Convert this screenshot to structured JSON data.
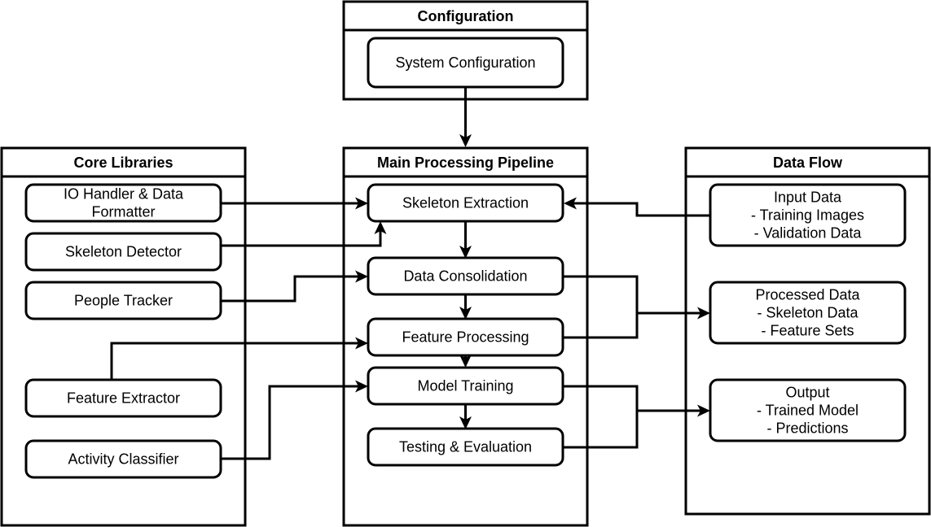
{
  "diagram": {
    "containers": {
      "configuration": {
        "title": "Configuration"
      },
      "core_libraries": {
        "title": "Core Libraries"
      },
      "pipeline": {
        "title": "Main Processing Pipeline"
      },
      "data_flow": {
        "title": "Data Flow"
      }
    },
    "nodes": {
      "system_config": {
        "lines": [
          "System Configuration"
        ]
      },
      "io_handler": {
        "lines": [
          "IO Handler & Data",
          "Formatter"
        ]
      },
      "skeleton_detector": {
        "lines": [
          "Skeleton Detector"
        ]
      },
      "people_tracker": {
        "lines": [
          "People Tracker"
        ]
      },
      "feature_extractor": {
        "lines": [
          "Feature Extractor"
        ]
      },
      "activity_classifier": {
        "lines": [
          "Activity Classifier"
        ]
      },
      "skeleton_extraction": {
        "lines": [
          "Skeleton Extraction"
        ]
      },
      "data_consolidation": {
        "lines": [
          "Data Consolidation"
        ]
      },
      "feature_processing": {
        "lines": [
          "Feature Processing"
        ]
      },
      "model_training": {
        "lines": [
          "Model Training"
        ]
      },
      "testing_evaluation": {
        "lines": [
          "Testing & Evaluation"
        ]
      },
      "input_data": {
        "lines": [
          "Input Data",
          "- Training Images",
          "- Validation Data"
        ]
      },
      "processed_data": {
        "lines": [
          "Processed Data",
          "- Skeleton Data",
          "- Feature Sets"
        ]
      },
      "output": {
        "lines": [
          "Output",
          "- Trained Model",
          "- Predictions"
        ]
      }
    },
    "edges": [
      {
        "from": "system_config",
        "to": "pipeline"
      },
      {
        "from": "io_handler",
        "to": "skeleton_extraction"
      },
      {
        "from": "skeleton_detector",
        "to": "skeleton_extraction"
      },
      {
        "from": "people_tracker",
        "to": "data_consolidation"
      },
      {
        "from": "feature_extractor",
        "to": "feature_processing"
      },
      {
        "from": "activity_classifier",
        "to": "model_training"
      },
      {
        "from": "input_data",
        "to": "skeleton_extraction"
      },
      {
        "from": "skeleton_extraction",
        "to": "data_consolidation"
      },
      {
        "from": "data_consolidation",
        "to": "feature_processing"
      },
      {
        "from": "feature_processing",
        "to": "model_training"
      },
      {
        "from": "model_training",
        "to": "testing_evaluation"
      },
      {
        "from": "data_consolidation",
        "to": "processed_data"
      },
      {
        "from": "feature_processing",
        "to": "processed_data"
      },
      {
        "from": "model_training",
        "to": "output"
      },
      {
        "from": "testing_evaluation",
        "to": "output"
      }
    ]
  }
}
